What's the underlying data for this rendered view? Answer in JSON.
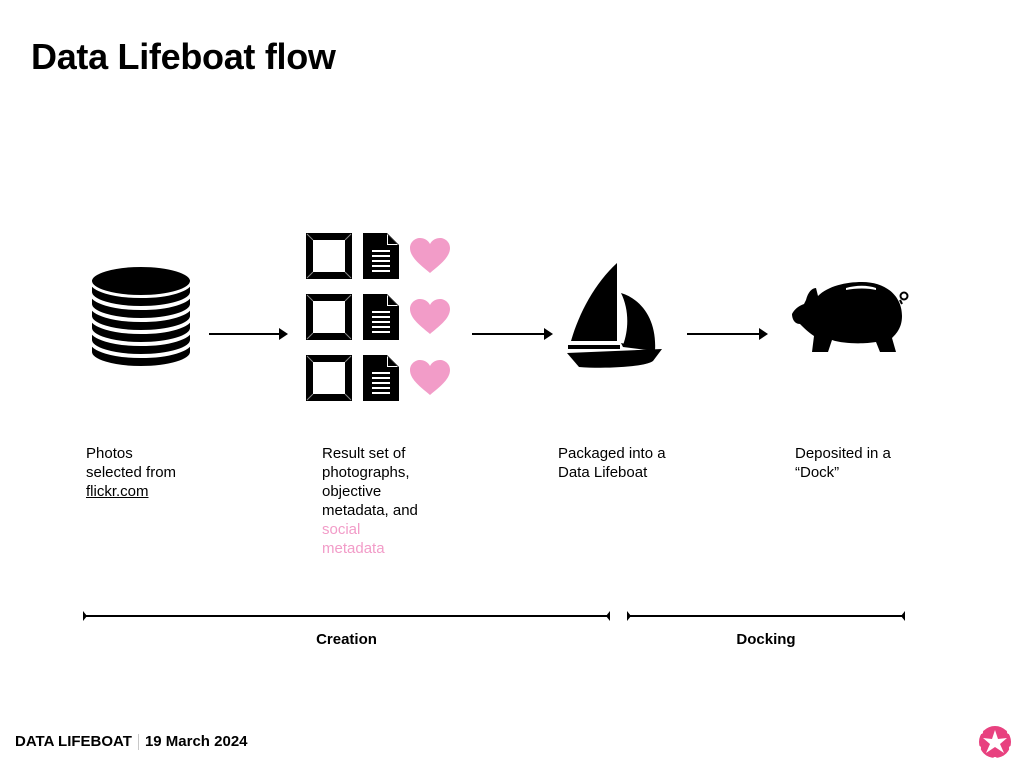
{
  "slide": {
    "title": "Data Lifeboat flow"
  },
  "steps": [
    {
      "id": "photos",
      "icon": "database-icon",
      "caption_lines": [
        "Photos",
        "selected from"
      ],
      "link_text": "flickr.com"
    },
    {
      "id": "result-set",
      "icons": [
        "photo-frame-icon",
        "document-icon",
        "heart-icon"
      ],
      "rows": 3,
      "caption_lines": [
        "Result set of",
        "photographs,",
        "objective",
        "metadata, and"
      ],
      "highlight_lines": [
        "social",
        "metadata"
      ]
    },
    {
      "id": "packaged",
      "icon": "sailboat-icon",
      "caption_lines": [
        "Packaged into a",
        "Data Lifeboat"
      ]
    },
    {
      "id": "deposited",
      "icon": "piggy-bank-icon",
      "caption_lines": [
        "Deposited in a",
        "“Dock”"
      ]
    }
  ],
  "phases": [
    {
      "label": "Creation"
    },
    {
      "label": "Docking"
    }
  ],
  "footer": {
    "brand": "DATA LIFEBOAT",
    "date": "19 March 2024",
    "logo": "star-flower-logo-icon"
  },
  "colors": {
    "accent_pink": "#f29cc8",
    "logo_pink": "#e8417f",
    "ink": "#000000"
  }
}
